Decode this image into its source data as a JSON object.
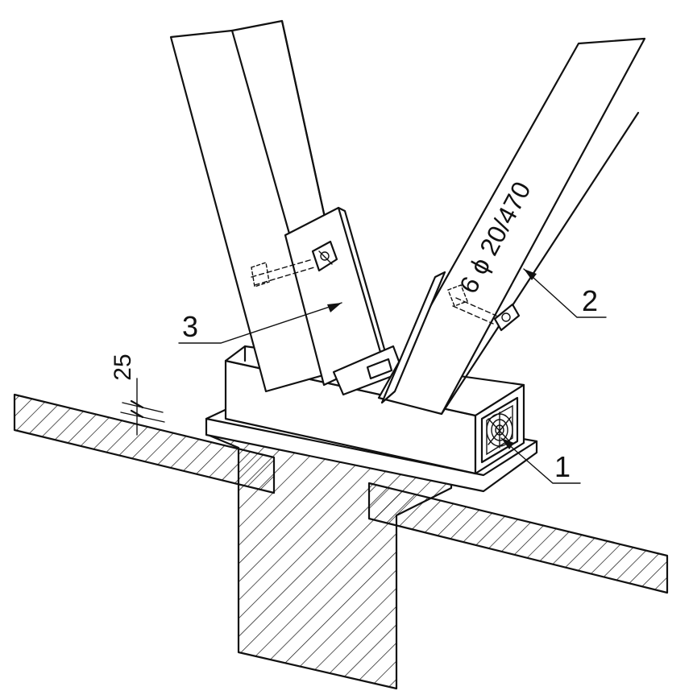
{
  "labels": {
    "callout_1": "1",
    "callout_2": "2",
    "callout_3": "3",
    "dimension_25": "25",
    "rebar_spec": "6 ϕ 20/470"
  }
}
